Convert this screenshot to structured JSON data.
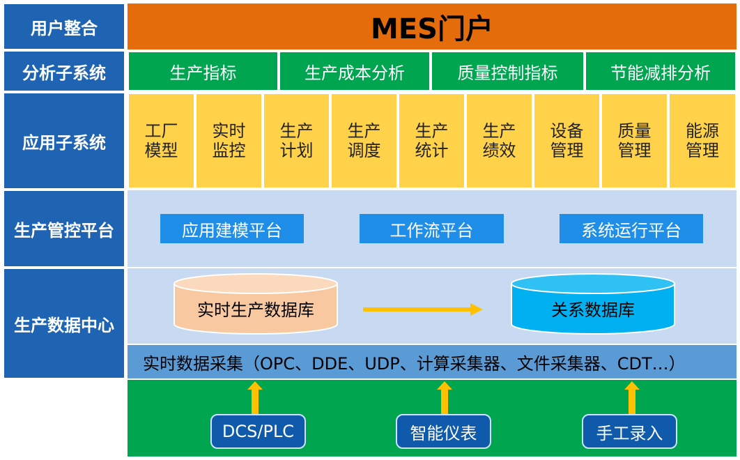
{
  "left_headers": {
    "user_integration": "用户整合",
    "analysis_subsystem": "分析子系统",
    "application_subsystem": "应用子系统",
    "production_platform": "生产管控平台",
    "production_data_center": "生产数据中心"
  },
  "portal": {
    "title": "MES门户"
  },
  "analysis": {
    "items": [
      "生产指标",
      "生产成本分析",
      "质量控制指标",
      "节能减排分析"
    ]
  },
  "applications": {
    "items": [
      {
        "line1": "工厂",
        "line2": "模型"
      },
      {
        "line1": "实时",
        "line2": "监控"
      },
      {
        "line1": "生产",
        "line2": "计划"
      },
      {
        "line1": "生产",
        "line2": "调度"
      },
      {
        "line1": "生产",
        "line2": "统计"
      },
      {
        "line1": "生产",
        "line2": "绩效"
      },
      {
        "line1": "设备",
        "line2": "管理"
      },
      {
        "line1": "质量",
        "line2": "管理"
      },
      {
        "line1": "能源",
        "line2": "管理"
      }
    ]
  },
  "platform": {
    "items": [
      "应用建模平台",
      "工作流平台",
      "系统运行平台"
    ]
  },
  "data_center": {
    "realtime_db": "实时生产数据库",
    "relational_db": "关系数据库",
    "collection": "实时数据采集（OPC、DDE、UDP、计算采集器、文件采集器、CDT…）"
  },
  "sources": {
    "items": [
      "DCS/PLC",
      "智能仪表",
      "手工录入"
    ]
  },
  "colors": {
    "header_blue": "#1f63b3",
    "portal_orange": "#e46c0a",
    "analysis_green": "#00a550",
    "app_yellow": "#ffd24a",
    "platform_bg": "#c7daf1",
    "platform_btn": "#1f8ee8",
    "collection_blue": "#5b9bd5",
    "realtime_cyl": "#f8c8a0",
    "relational_cyl": "#00b0f0",
    "arrow_yellow": "#ffc000",
    "source_btn": "#0f5aaa"
  }
}
